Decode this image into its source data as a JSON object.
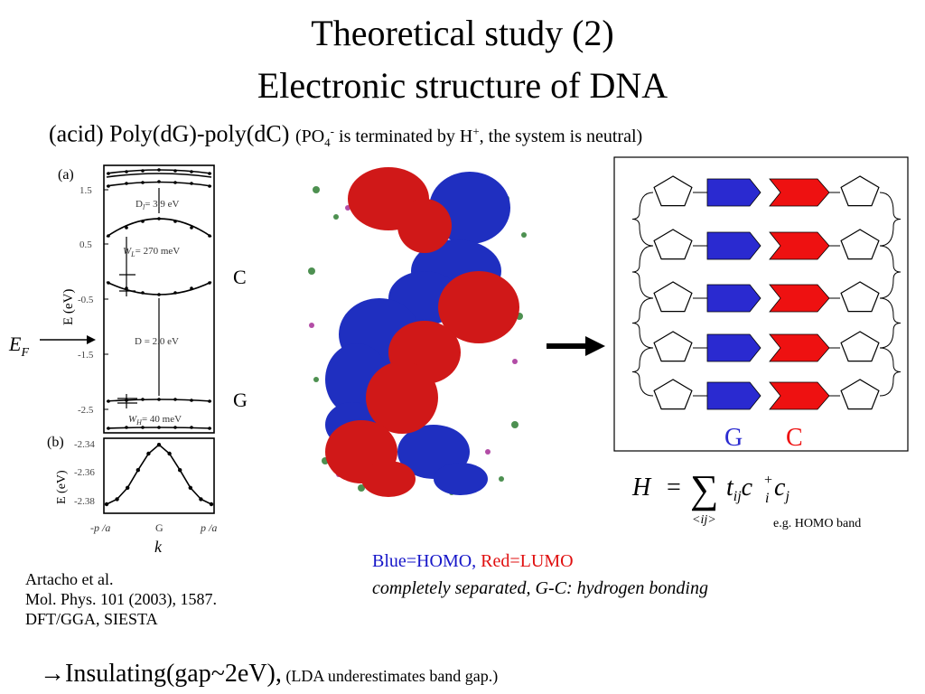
{
  "title_line1": "Theoretical study (2)",
  "title_line2": "Electronic structure of DNA",
  "subtitle": {
    "main": "(acid) Poly(dG)-poly(dC)",
    "note_open": "(PO",
    "note_sub": "4",
    "note_sup": "-",
    "note_mid": " is terminated by H",
    "note_sup2": "+",
    "note_end": ", the system is neutral)"
  },
  "band_plot": {
    "panel_a_label": "(a)",
    "panel_b_label": "(b)",
    "a_yticks": [
      "1.5",
      "0.5",
      "-0.5",
      "-1.5",
      "-2.5"
    ],
    "a_ylabel": "E (eV)",
    "b_yticks": [
      "-2.34",
      "-2.36",
      "-2.38"
    ],
    "b_ylabel": "E (eV)",
    "b_xticks": [
      "-p /a",
      "G",
      "p /a"
    ],
    "xlabel": "k",
    "annot_dl": "D",
    "annot_dl_sub": "l",
    "annot_dl_val": "= 3.9 eV",
    "annot_wl": "W",
    "annot_wl_sub": "L",
    "annot_wl_val": "= 270 meV",
    "annot_d": "D = 2.0 eV",
    "annot_wh": "W",
    "annot_wh_sub": "H",
    "annot_wh_val": "= 40 meV"
  },
  "band_labels": {
    "c": "C",
    "g": "G",
    "ef": "E",
    "ef_sub": "F"
  },
  "chart_data": {
    "type": "line",
    "title": "",
    "xlabel": "k",
    "ylabel": "E (eV)",
    "x": [
      -1.0,
      -0.8,
      -0.6,
      -0.4,
      -0.2,
      0.0,
      0.2,
      0.4,
      0.6,
      0.8,
      1.0
    ],
    "series": [
      {
        "values": [
          -2.385,
          -2.381,
          -2.372,
          -2.358,
          -2.345,
          -2.338,
          -2.345,
          -2.358,
          -2.372,
          -2.381,
          -2.385
        ]
      }
    ],
    "ylim": [
      -2.39,
      -2.335
    ]
  },
  "schematic": {
    "label_g": "G",
    "label_c": "C",
    "color_g": "#2a2ad0",
    "color_c": "#ee1111"
  },
  "hamiltonian": {
    "H": "H",
    "eq": "=",
    "sum": "∑",
    "t": "t",
    "t_sub": "ij",
    "c1": "c",
    "c1_sup": "+",
    "c1_sub": "i",
    "c2": "c",
    "c2_sub": "j",
    "under": "<ij>",
    "example": "e.g. HOMO band"
  },
  "caption": {
    "blue": "Blue=HOMO,",
    "red": " Red=LUMO",
    "line2": "completely separated, G-C: hydrogen bonding"
  },
  "reference": {
    "line1": "Artacho et al.",
    "line2": "Mol. Phys. 101 (2003), 1587.",
    "line3": "DFT/GGA, SIESTA"
  },
  "bottom": {
    "main": "→Insulating(gap~2eV),",
    "note": " (LDA underestimates band gap.)"
  }
}
